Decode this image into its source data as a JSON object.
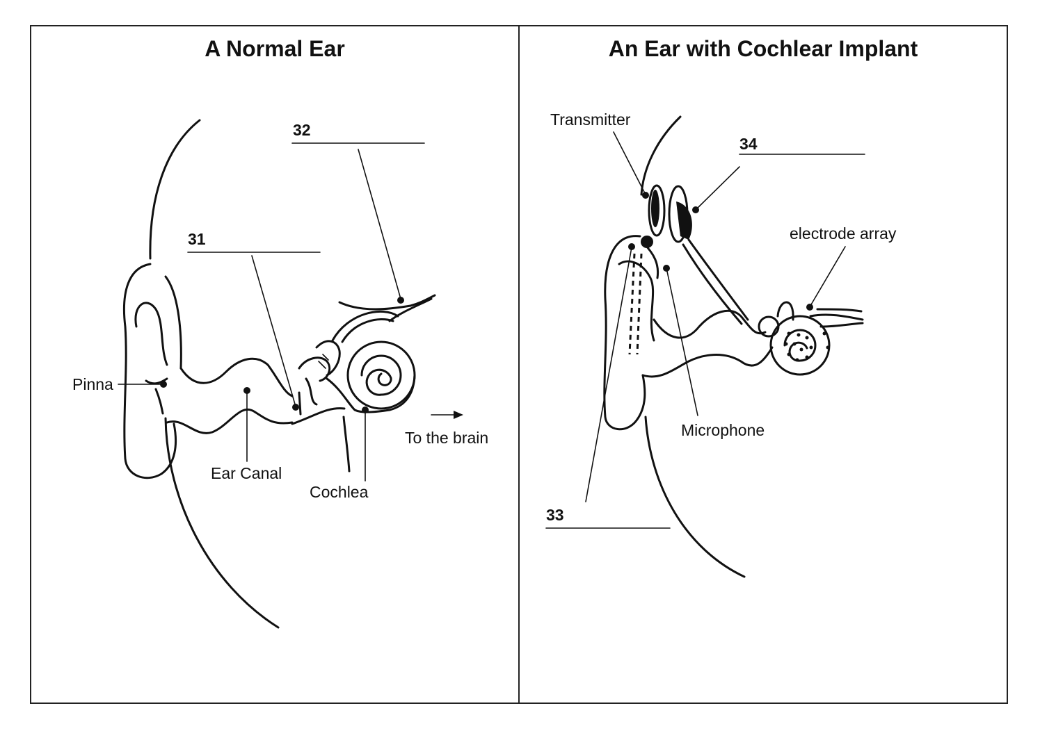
{
  "panels": {
    "left": {
      "title": "A Normal Ear",
      "labels": {
        "pinna": "Pinna",
        "ear_canal": "Ear Canal",
        "cochlea": "Cochlea",
        "to_brain": "To the brain"
      },
      "blanks": [
        "31",
        "32"
      ]
    },
    "right": {
      "title": "An Ear with Cochlear Implant",
      "labels": {
        "transmitter": "Transmitter",
        "electrode_array": "electrode array",
        "microphone": "Microphone"
      },
      "blanks": [
        "33",
        "34"
      ]
    }
  }
}
